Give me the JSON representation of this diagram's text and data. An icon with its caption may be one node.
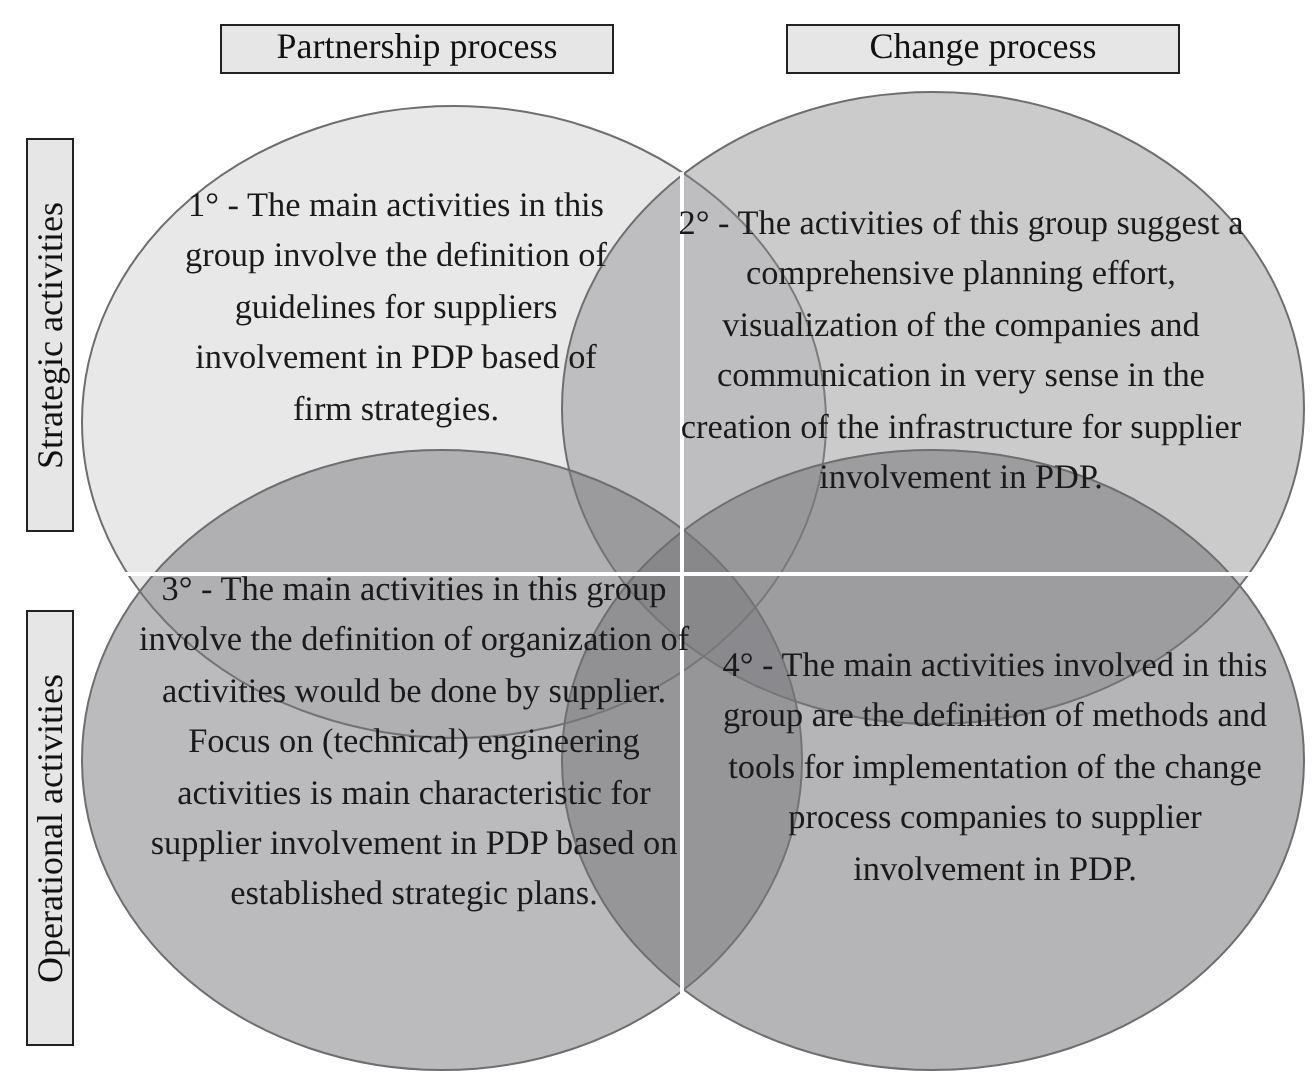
{
  "diagram": {
    "nodes": [
      {
        "text": [
          "Partnership process"
        ]
      },
      {
        "text": [
          "Change process"
        ]
      },
      {
        "text": [
          "Strategic activities"
        ]
      },
      {
        "text": [
          "1° - The main activities in this group involve the definition of guidelines for suppliers involvement in PDP based of firm strategies."
        ]
      },
      {
        "text": [
          "2° - The activities of this group suggest a comprehensive planning effort, visualization of the companies and communication in very sense in the creation of the infrastructure for supplier involvement in PDP."
        ]
      },
      {
        "text": [
          "Operational activities"
        ]
      },
      {
        "text": [
          "3° - The main activities in this group involve the definition of organization of activities would be done by supplier. Focus on (technical) engineering activities is main characteristic for supplier involvement in PDP based on established strategic plans."
        ]
      },
      {
        "text": [
          "4° - The main activities involved in this group are the definition of methods and tools for implementation of the change process companies to supplier involvement in PDP."
        ]
      }
    ]
  }
}
